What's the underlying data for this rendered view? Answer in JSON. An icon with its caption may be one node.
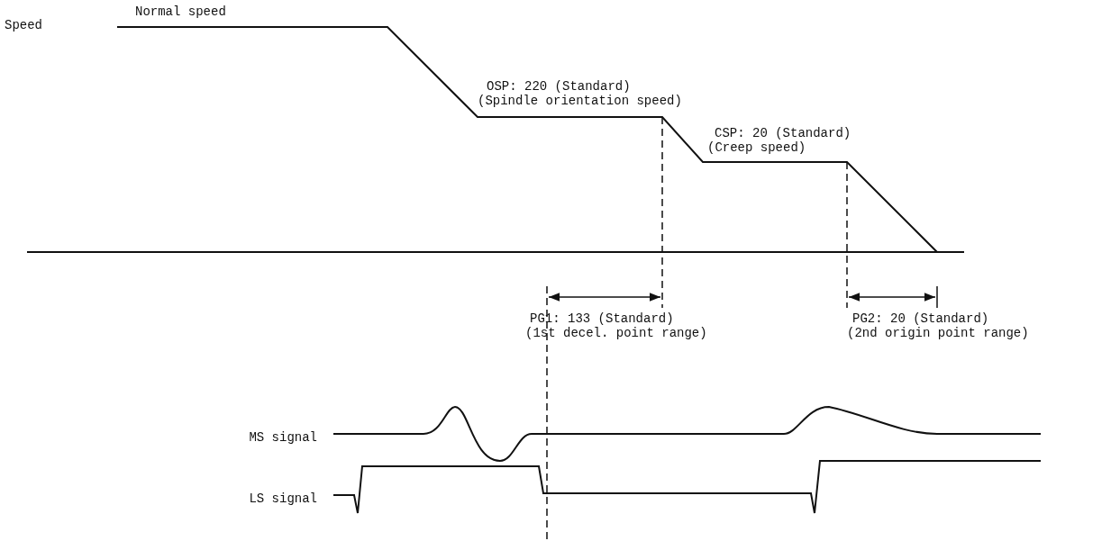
{
  "diagram": {
    "labels": [
      "Speed",
      "Normal speed",
      "OSP: 220 (Standard)",
      "(Spindle orientation speed)",
      "CSP: 20 (Standard)",
      "(Creep speed)",
      "PG1: 133 (Standard)",
      "(1st decel. point range)",
      "PG2: 20 (Standard)",
      "(2nd origin point range)",
      "MS signal",
      "LS signal"
    ]
  }
}
